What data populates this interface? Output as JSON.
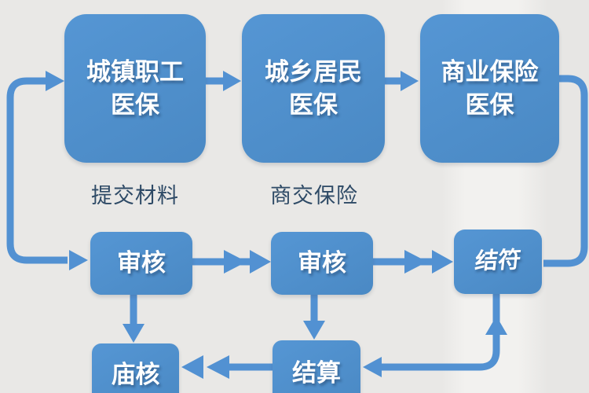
{
  "diagram": {
    "title": "medical-insurance-claim-flowchart",
    "colors": {
      "background": "#e9e8e6",
      "node_fill": "#4a89c4",
      "node_fill_light": "#5596d4",
      "connector": "#5291d2",
      "node_text": "#ffffff",
      "caption_text": "#2e4a66"
    },
    "top_row": [
      {
        "label": "城镇职工\n医保"
      },
      {
        "label": "城乡居民\n医保"
      },
      {
        "label": "商业保险\n医保"
      }
    ],
    "captions": [
      {
        "text": "提交材料"
      },
      {
        "text": "商交保险"
      }
    ],
    "middle_row": [
      {
        "label": "审核"
      },
      {
        "label": "审核"
      },
      {
        "label": "结符"
      }
    ],
    "bottom_row": [
      {
        "label": "庙核"
      },
      {
        "label": "结算"
      }
    ]
  }
}
